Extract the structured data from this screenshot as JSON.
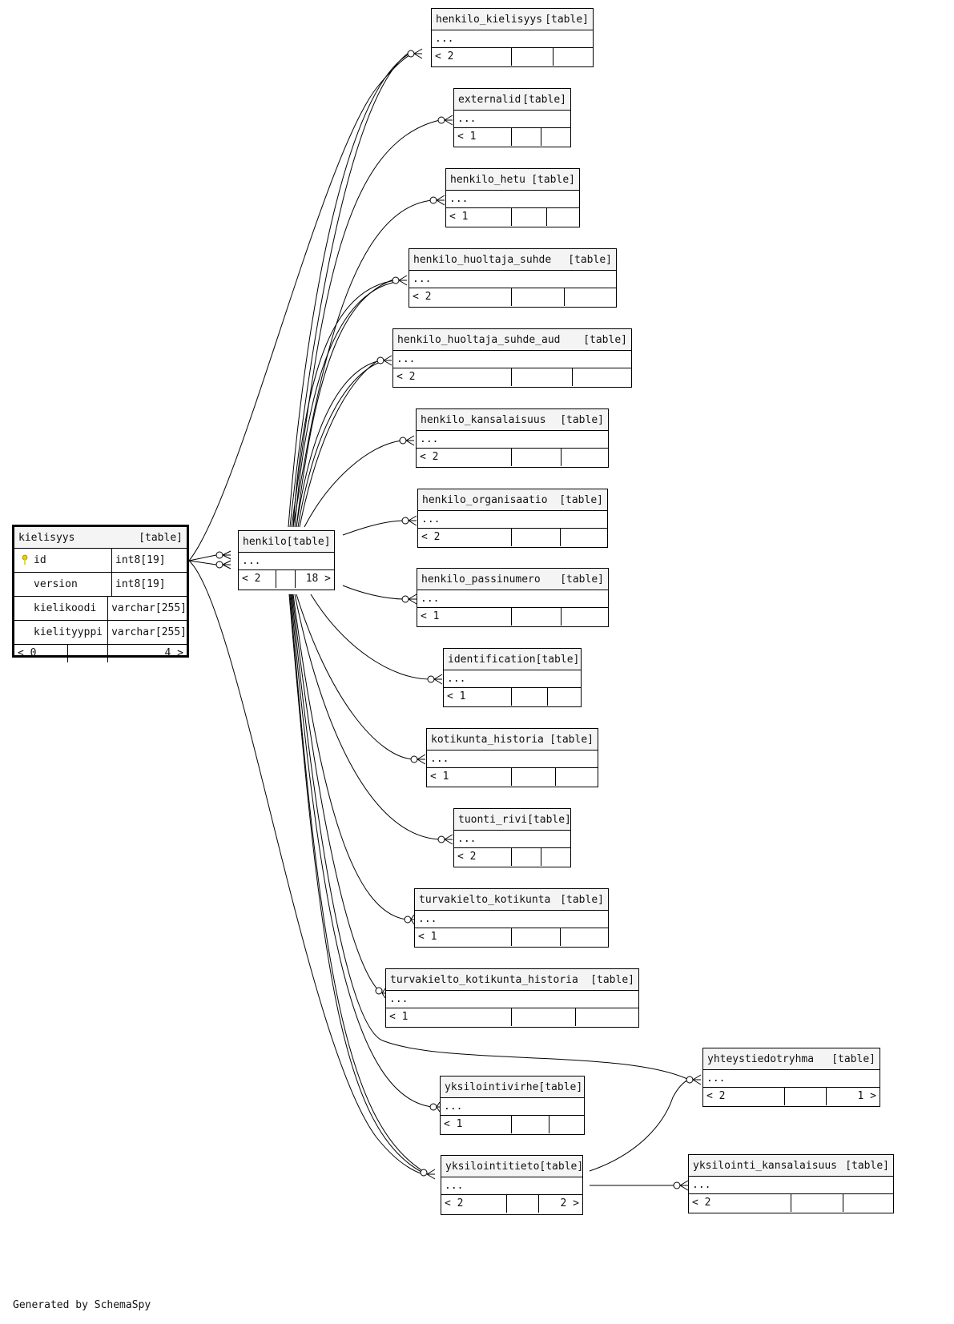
{
  "focus_table": {
    "name": "kielisyys",
    "tag": "[table]",
    "columns": [
      {
        "name": "id",
        "type": "int8[19]",
        "icon": "key-icon"
      },
      {
        "name": "version",
        "type": "int8[19]"
      },
      {
        "name": "kielikoodi",
        "type": "varchar[255]"
      },
      {
        "name": "kielityyppi",
        "type": "varchar[255]"
      }
    ],
    "footer_left": "< 0",
    "footer_right": "4 >"
  },
  "henkilo": {
    "name": "henkilo",
    "tag": "[table]",
    "ellipsis": "...",
    "footer_left": "< 2",
    "footer_right": "18 >"
  },
  "tables": {
    "henkilo_kielisyys": {
      "name": "henkilo_kielisyys",
      "tag": "[table]",
      "ellipsis": "...",
      "parents": "< 2"
    },
    "externalid": {
      "name": "externalid",
      "tag": "[table]",
      "ellipsis": "...",
      "parents": "< 1"
    },
    "henkilo_hetu": {
      "name": "henkilo_hetu",
      "tag": "[table]",
      "ellipsis": "...",
      "parents": "< 1"
    },
    "henkilo_huoltaja_suhde": {
      "name": "henkilo_huoltaja_suhde",
      "tag": "[table]",
      "ellipsis": "...",
      "parents": "< 2"
    },
    "henkilo_huoltaja_suhde_aud": {
      "name": "henkilo_huoltaja_suhde_aud",
      "tag": "[table]",
      "ellipsis": "...",
      "parents": "< 2"
    },
    "henkilo_kansalaisuus": {
      "name": "henkilo_kansalaisuus",
      "tag": "[table]",
      "ellipsis": "...",
      "parents": "< 2"
    },
    "henkilo_organisaatio": {
      "name": "henkilo_organisaatio",
      "tag": "[table]",
      "ellipsis": "...",
      "parents": "< 2"
    },
    "henkilo_passinumero": {
      "name": "henkilo_passinumero",
      "tag": "[table]",
      "ellipsis": "...",
      "parents": "< 1"
    },
    "identification": {
      "name": "identification",
      "tag": "[table]",
      "ellipsis": "...",
      "parents": "< 1"
    },
    "kotikunta_historia": {
      "name": "kotikunta_historia",
      "tag": "[table]",
      "ellipsis": "...",
      "parents": "< 1"
    },
    "tuonti_rivi": {
      "name": "tuonti_rivi",
      "tag": "[table]",
      "ellipsis": "...",
      "parents": "< 2"
    },
    "turvakielto_kotikunta": {
      "name": "turvakielto_kotikunta",
      "tag": "[table]",
      "ellipsis": "...",
      "parents": "< 1"
    },
    "turvakielto_kotikunta_historia": {
      "name": "turvakielto_kotikunta_historia",
      "tag": "[table]",
      "ellipsis": "...",
      "parents": "< 1"
    },
    "yhteystiedotryhma": {
      "name": "yhteystiedotryhma",
      "tag": "[table]",
      "ellipsis": "...",
      "parents": "< 2",
      "children": "1 >"
    },
    "yksilointivirhe": {
      "name": "yksilointivirhe",
      "tag": "[table]",
      "ellipsis": "...",
      "parents": "< 1"
    },
    "yksilointitieto": {
      "name": "yksilointitieto",
      "tag": "[table]",
      "ellipsis": "...",
      "parents": "< 2",
      "children": "2 >"
    },
    "yksilointi_kansalaisuus": {
      "name": "yksilointi_kansalaisuus",
      "tag": "[table]",
      "ellipsis": "...",
      "parents": "< 2"
    }
  },
  "footer_note": "Generated by SchemaSpy",
  "colors": {
    "key_icon": "#e8d000",
    "header_bg": "#f4f4f4"
  }
}
